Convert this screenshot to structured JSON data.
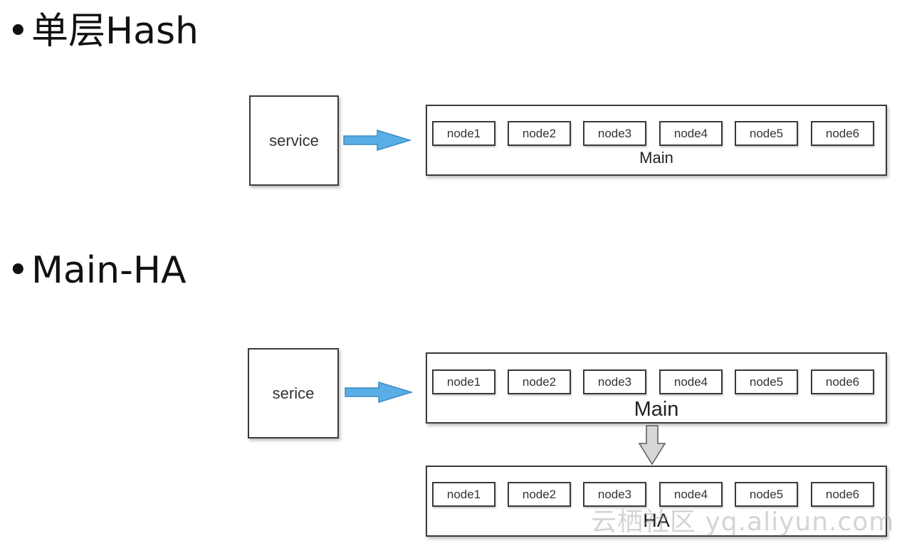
{
  "section1": {
    "bullet": "•",
    "title": "单层Hash",
    "service_label": "service",
    "main_label": "Main",
    "nodes": [
      "node1",
      "node2",
      "node3",
      "node4",
      "node5",
      "node6"
    ]
  },
  "section2": {
    "bullet": "•",
    "title": "Main-HA",
    "service_label": "serice",
    "main_label": "Main",
    "ha_label": "HA",
    "main_nodes": [
      "node1",
      "node2",
      "node3",
      "node4",
      "node5",
      "node6"
    ],
    "ha_nodes": [
      "node1",
      "node2",
      "node3",
      "node4",
      "node5",
      "node6"
    ]
  },
  "watermark": "云栖社区 yq.aliyun.com",
  "colors": {
    "flow_arrow": "#5aaee6",
    "replica_arrow": "#d6d6d6"
  }
}
